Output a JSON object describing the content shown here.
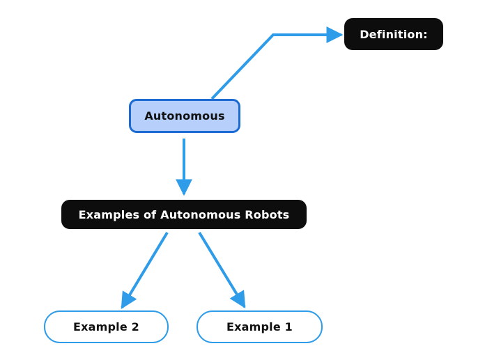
{
  "diagram": {
    "nodes": {
      "definition": {
        "label": "Definition:",
        "style": "dark"
      },
      "autonomous": {
        "label": "Autonomous",
        "style": "highlight"
      },
      "examples": {
        "label": "Examples of Autonomous Robots",
        "style": "dark"
      },
      "example2": {
        "label": "Example 2",
        "style": "outline"
      },
      "example1": {
        "label": "Example 1",
        "style": "outline"
      }
    },
    "edges": [
      {
        "from": "autonomous",
        "to": "definition"
      },
      {
        "from": "autonomous",
        "to": "examples"
      },
      {
        "from": "examples",
        "to": "example2"
      },
      {
        "from": "examples",
        "to": "example1"
      }
    ],
    "colors": {
      "canvas_bg": "#ffffff",
      "arrow": "#2e9ce8",
      "dark_node_bg": "#0d0d0d",
      "dark_node_text": "#ffffff",
      "highlight_node_bg": "#b6cffb",
      "highlight_node_border": "#1c6bd2",
      "outline_node_border": "#2e9ce8",
      "node_text": "#111111"
    }
  }
}
